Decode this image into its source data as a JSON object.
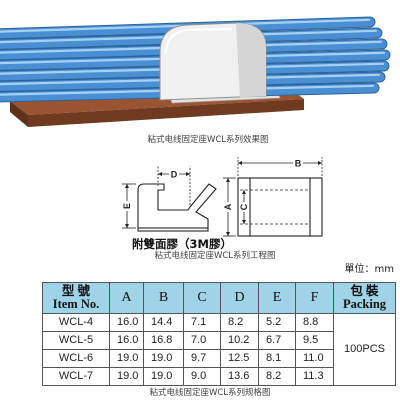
{
  "illustration": {
    "caption": "粘式电线固定座WCL系列效果图",
    "colors": {
      "cable": "#4a8fd4",
      "cable_shadow": "#2d6399",
      "cable_highlight": "#a6d0f2",
      "clip": "#f0f0f0",
      "board_top": "#9a5432",
      "board_front": "#6f3a1f"
    }
  },
  "drawing": {
    "dimension_labels": {
      "d": "D",
      "e": "E",
      "b": "B",
      "a": "A",
      "c": "C"
    },
    "adhesive_note": "附雙面膠（3M膠）",
    "caption": "粘式电线固定座WCL系列工程图"
  },
  "unit_label": "單位：mm",
  "spec_table": {
    "header_color": "#9fd4e8",
    "header": {
      "item_cn": "型 號",
      "item_en": "Item No.",
      "columns": [
        "A",
        "B",
        "C",
        "D",
        "E",
        "F"
      ],
      "packing_cn": "包 裝",
      "packing_en": "Packing"
    },
    "rows": [
      {
        "item": "WCL-4",
        "values": [
          "16.0",
          "14.4",
          "7.1",
          "8.2",
          "5.2",
          "8.8"
        ]
      },
      {
        "item": "WCL-5",
        "values": [
          "16.0",
          "16.8",
          "7.0",
          "10.2",
          "6.7",
          "9.5"
        ]
      },
      {
        "item": "WCL-6",
        "values": [
          "19.0",
          "19.0",
          "9.7",
          "12.5",
          "8.1",
          "11.0"
        ]
      },
      {
        "item": "WCL-7",
        "values": [
          "19.0",
          "19.0",
          "9.0",
          "13.6",
          "8.2",
          "11.3"
        ]
      }
    ],
    "packing": "100PCS"
  },
  "spec_caption": "粘式电线固定座WCL系列规格图"
}
